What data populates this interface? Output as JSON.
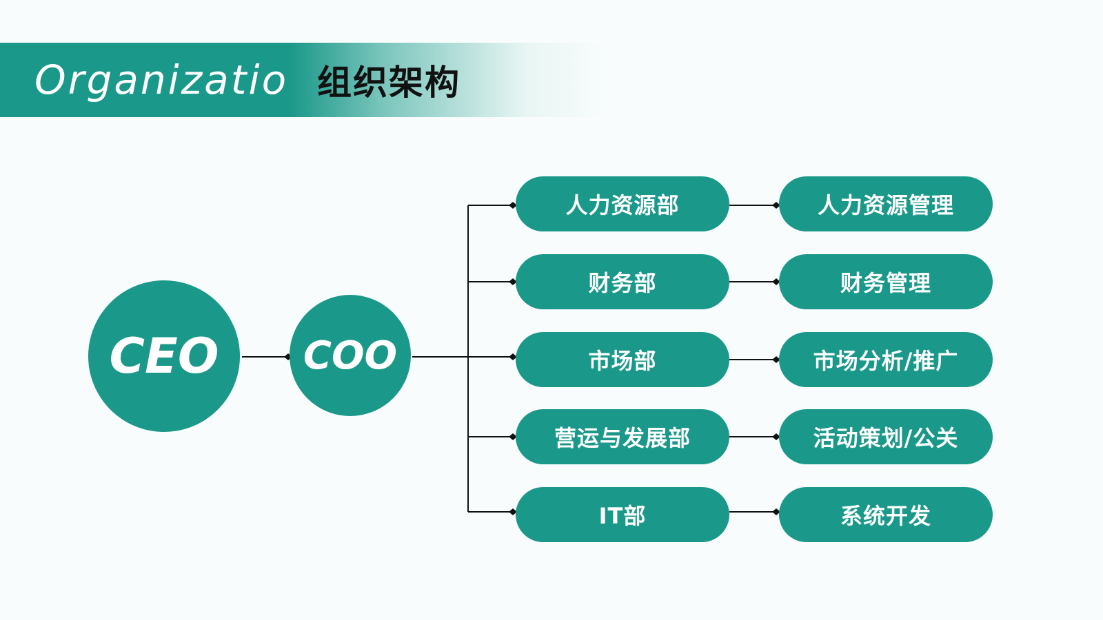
{
  "header": {
    "title_en": "Organization",
    "title_cn": "组织架构"
  },
  "chart": {
    "ceo_label": "CEO",
    "coo_label": "COO",
    "departments": [
      {
        "name": "人力资源部",
        "function": "人力资源管理"
      },
      {
        "name": "财务部",
        "function": "财务管理"
      },
      {
        "name": "市场部",
        "function": "市场分析/推广"
      },
      {
        "name": "营运与发展部",
        "function": "活动策划/公关"
      },
      {
        "name": "IT部",
        "function": "系统开发"
      }
    ]
  },
  "colors": {
    "primary": "#1a9889",
    "connector": "#111111",
    "background": "#f8fcfc"
  }
}
